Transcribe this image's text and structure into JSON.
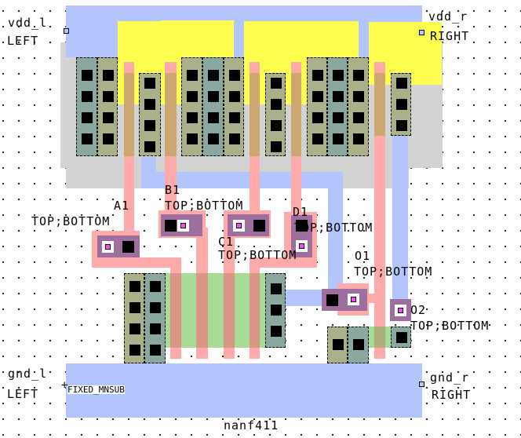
{
  "cell_name": "nanf411",
  "colors": {
    "metal1": "#b4c4fc",
    "nwell": "#d3d3d3",
    "pdiff": "#aab08a",
    "ndiffcontact": "#8aa8a0",
    "poly": "#ffaaaa",
    "gate": "#cca870",
    "ndiff": "#a8dc96",
    "via": "#9e6e9e",
    "select": "#ffff50"
  },
  "ports": {
    "vdd_l": {
      "name": "vdd_l",
      "side": "LEFT"
    },
    "vdd_r": {
      "name": "vdd_r",
      "side": "RIGHT"
    },
    "gnd_l": {
      "name": "gnd_l",
      "side": "LEFT"
    },
    "gnd_r": {
      "name": "gnd_r",
      "side": "RIGHT"
    },
    "A1": {
      "name": "A1",
      "layers": "TOP;BOTTOM"
    },
    "B1": {
      "name": "B1",
      "layers": "TOP;BOTTOM"
    },
    "C1": {
      "name": "C1",
      "layers": "TOP;BOTTOM"
    },
    "D1": {
      "name": "D1",
      "layers": "TOP;BOTTOM"
    },
    "O1": {
      "name": "O1",
      "layers": "TOP;BOTTOM"
    },
    "O2": {
      "name": "O2",
      "layers": "TOP;BOTTOM"
    }
  },
  "substrate_label": "FIXED_MNSUB"
}
